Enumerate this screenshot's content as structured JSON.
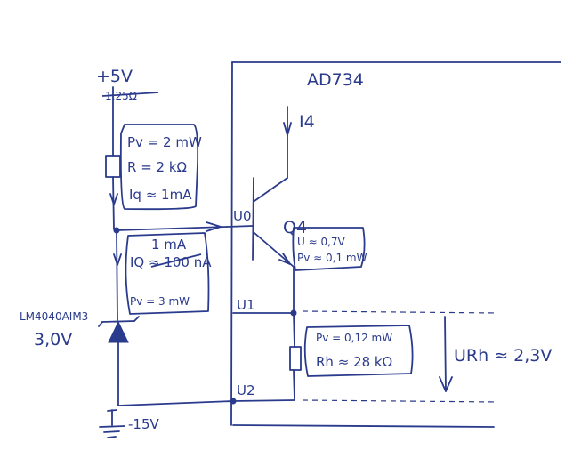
{
  "chip_name": "AD734",
  "supply_label": "+5V",
  "supply_struck_text": "1,25Ω",
  "ground_label": "-15V",
  "diode_part": "LM4040AIM3",
  "diode_voltage": "3,0V",
  "resistor_box": {
    "pv": "Pv = 2 mW",
    "r": "R = 2 kΩ",
    "iq": "Iq ≈ 1mA"
  },
  "diode_box": {
    "i_new": "1 mA",
    "iq_struck": "IQ ≈ 100 nA",
    "pv": "Pv = 3 mW"
  },
  "transistor": {
    "name": "Q4",
    "u": "U ≈ 0,7V",
    "pv": "Pv ≈ 0,1 mW"
  },
  "rh_box": {
    "pv": "Pv = 0,12 mW",
    "r": "Rh ≈ 28 kΩ"
  },
  "current_label": "I4",
  "node_u0": "U0",
  "node_u1": "U1",
  "node_u2": "U2",
  "urh_label": "URh ≈ 2,3V",
  "colors": {
    "ink": "#2a3a8c",
    "background": "#ffffff"
  }
}
